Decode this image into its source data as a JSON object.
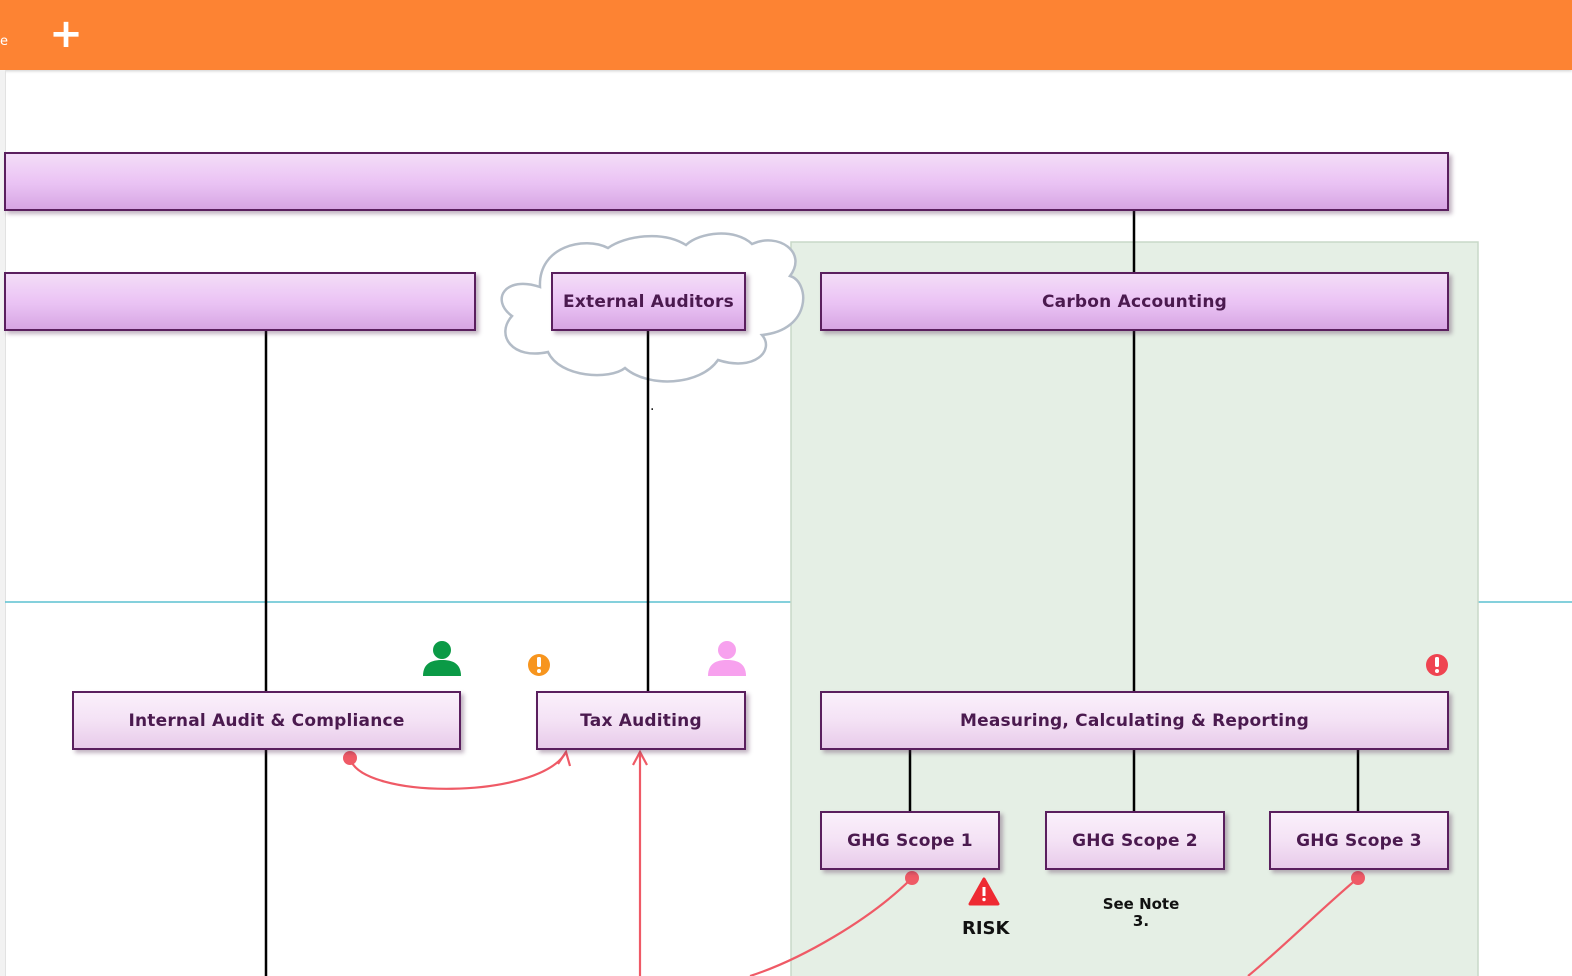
{
  "toolbar": {
    "tab_fragment": "e",
    "add_label": "+"
  },
  "colors": {
    "toolbar": "#fd8333",
    "node_border": "#5a1f5e",
    "node_text": "#4b1a4f",
    "group_fill": "#e5efe5",
    "connector": "#000000",
    "link": "#ef5a66",
    "guide": "#5bc0d0",
    "cloud_stroke": "#b3bcc7",
    "person_green": "#0b9a46",
    "person_pink": "#f7a1ee",
    "alert_orange": "#f7951e",
    "alert_red": "#ef4451",
    "risk_red": "#ee2a32"
  },
  "nodes": {
    "top_bar": "",
    "left_unit": "",
    "external_auditors": "External Auditors",
    "carbon_accounting": "Carbon Accounting",
    "internal_audit": "Internal Audit & Compliance",
    "tax_auditing": "Tax Auditing",
    "measuring": "Measuring, Calculating & Reporting",
    "ghg_scope_1": "GHG Scope 1",
    "ghg_scope_2": "GHG Scope 2",
    "ghg_scope_3": "GHG Scope 3"
  },
  "annotations": {
    "risk": "RISK",
    "note_line1": "See Note",
    "note_line2": "3.",
    "stray_dot": "."
  },
  "icons": {
    "person_green": "person-icon",
    "person_pink": "person-icon",
    "alert_orange": "exclamation-circle-icon",
    "alert_red": "exclamation-circle-icon",
    "risk": "warning-triangle-icon",
    "add": "plus-icon"
  }
}
